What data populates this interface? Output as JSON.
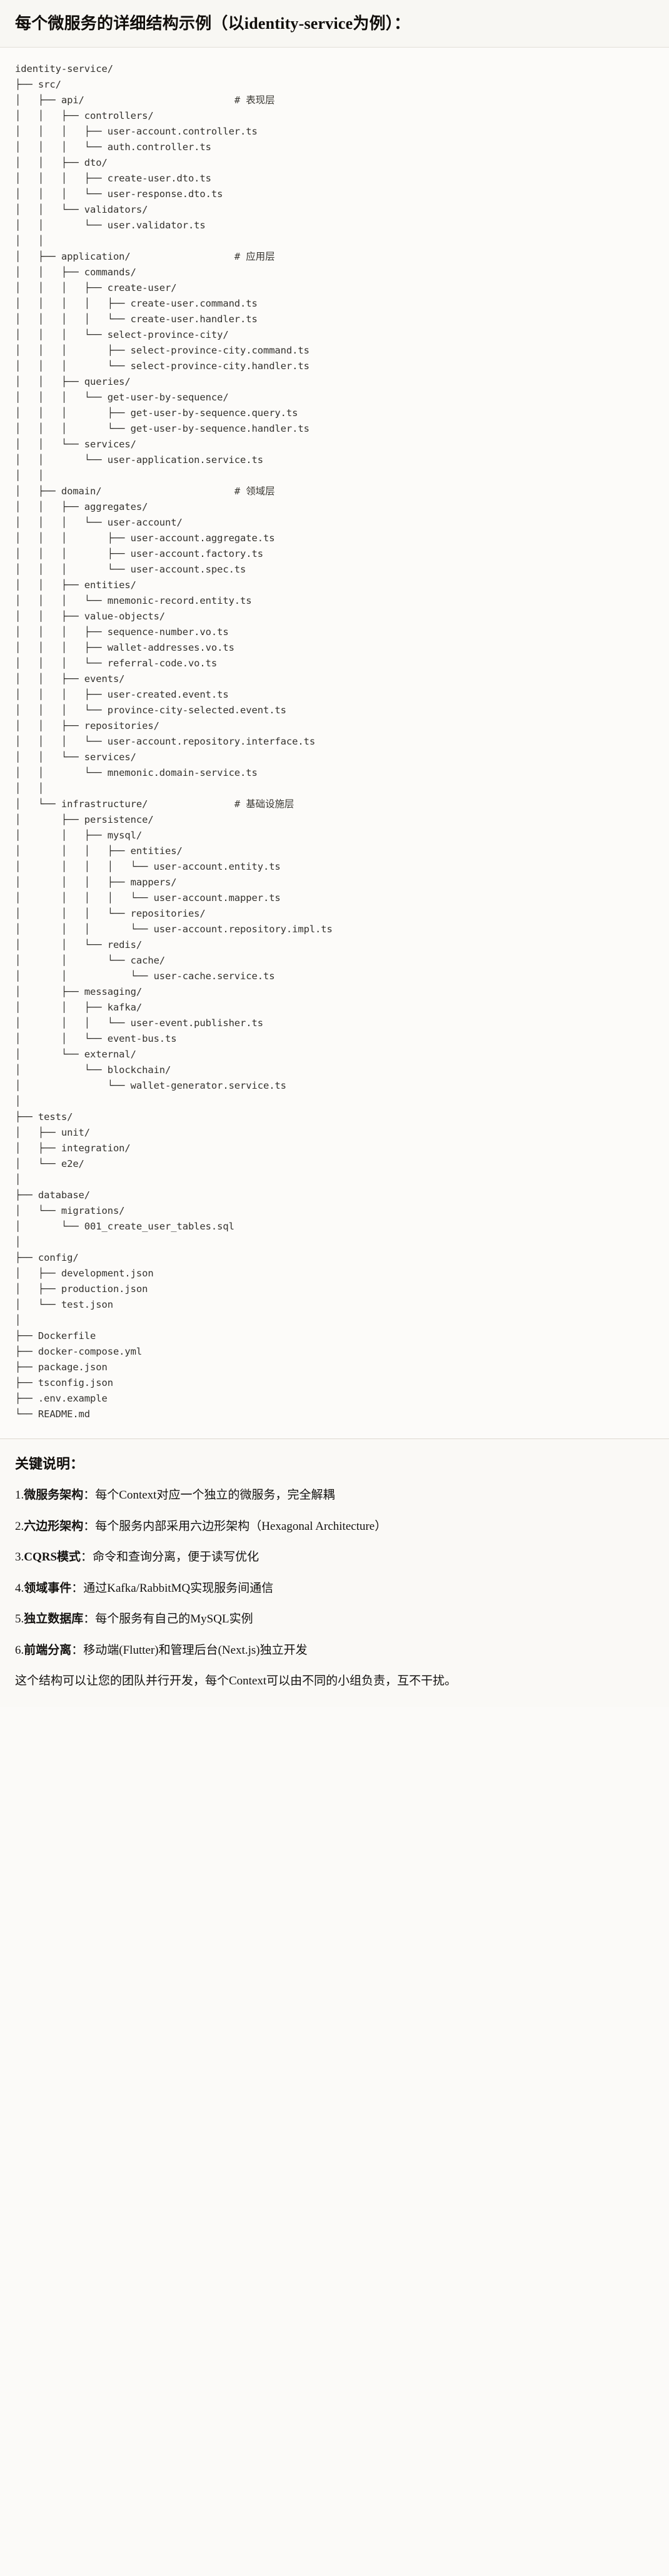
{
  "heading": {
    "title": "每个微服务的详细结构示例（以identity-service为例）："
  },
  "tree": {
    "root_label": "identity-service/",
    "lines": [
      "identity-service/",
      "├── src/",
      "│   ├── api/                          # 表现层",
      "│   │   ├── controllers/",
      "│   │   │   ├── user-account.controller.ts",
      "│   │   │   └── auth.controller.ts",
      "│   │   ├── dto/",
      "│   │   │   ├── create-user.dto.ts",
      "│   │   │   └── user-response.dto.ts",
      "│   │   └── validators/",
      "│   │       └── user.validator.ts",
      "│   │",
      "│   ├── application/                  # 应用层",
      "│   │   ├── commands/",
      "│   │   │   ├── create-user/",
      "│   │   │   │   ├── create-user.command.ts",
      "│   │   │   │   └── create-user.handler.ts",
      "│   │   │   └── select-province-city/",
      "│   │   │       ├── select-province-city.command.ts",
      "│   │   │       └── select-province-city.handler.ts",
      "│   │   ├── queries/",
      "│   │   │   └── get-user-by-sequence/",
      "│   │   │       ├── get-user-by-sequence.query.ts",
      "│   │   │       └── get-user-by-sequence.handler.ts",
      "│   │   └── services/",
      "│   │       └── user-application.service.ts",
      "│   │",
      "│   ├── domain/                       # 领域层",
      "│   │   ├── aggregates/",
      "│   │   │   └── user-account/",
      "│   │   │       ├── user-account.aggregate.ts",
      "│   │   │       ├── user-account.factory.ts",
      "│   │   │       └── user-account.spec.ts",
      "│   │   ├── entities/",
      "│   │   │   └── mnemonic-record.entity.ts",
      "│   │   ├── value-objects/",
      "│   │   │   ├── sequence-number.vo.ts",
      "│   │   │   ├── wallet-addresses.vo.ts",
      "│   │   │   └── referral-code.vo.ts",
      "│   │   ├── events/",
      "│   │   │   ├── user-created.event.ts",
      "│   │   │   └── province-city-selected.event.ts",
      "│   │   ├── repositories/",
      "│   │   │   └── user-account.repository.interface.ts",
      "│   │   └── services/",
      "│   │       └── mnemonic.domain-service.ts",
      "│   │",
      "│   └── infrastructure/               # 基础设施层",
      "│       ├── persistence/",
      "│       │   ├── mysql/",
      "│       │   │   ├── entities/",
      "│       │   │   │   └── user-account.entity.ts",
      "│       │   │   ├── mappers/",
      "│       │   │   │   └── user-account.mapper.ts",
      "│       │   │   └── repositories/",
      "│       │   │       └── user-account.repository.impl.ts",
      "│       │   └── redis/",
      "│       │       └── cache/",
      "│       │           └── user-cache.service.ts",
      "│       ├── messaging/",
      "│       │   ├── kafka/",
      "│       │   │   └── user-event.publisher.ts",
      "│       │   └── event-bus.ts",
      "│       └── external/",
      "│           └── blockchain/",
      "│               └── wallet-generator.service.ts",
      "│",
      "├── tests/",
      "│   ├── unit/",
      "│   ├── integration/",
      "│   └── e2e/",
      "│",
      "├── database/",
      "│   └── migrations/",
      "│       └── 001_create_user_tables.sql",
      "│",
      "├── config/",
      "│   ├── development.json",
      "│   ├── production.json",
      "│   └── test.json",
      "│",
      "├── Dockerfile",
      "├── docker-compose.yml",
      "├── package.json",
      "├── tsconfig.json",
      "├── .env.example",
      "└── README.md"
    ]
  },
  "notes": {
    "title": "关键说明：",
    "items": [
      {
        "index": "1.",
        "lead": "微服务架构",
        "sep": "：",
        "rest": "每个Context对应一个独立的微服务，完全解耦"
      },
      {
        "index": "2.",
        "lead": "六边形架构",
        "sep": "：",
        "rest": "每个服务内部采用六边形架构（Hexagonal Architecture）"
      },
      {
        "index": "3.",
        "lead": "CQRS模式",
        "sep": "：",
        "rest": "命令和查询分离，便于读写优化"
      },
      {
        "index": "4.",
        "lead": "领域事件",
        "sep": "：",
        "rest": "通过Kafka/RabbitMQ实现服务间通信"
      },
      {
        "index": "5.",
        "lead": "独立数据库",
        "sep": "：",
        "rest": "每个服务有自己的MySQL实例"
      },
      {
        "index": "6.",
        "lead": "前端分离",
        "sep": "：",
        "rest": "移动端(Flutter)和管理后台(Next.js)独立开发"
      }
    ],
    "closing": "这个结构可以让您的团队并行开发，每个Context可以由不同的小组负责，互不干扰。"
  },
  "colors": {
    "page_background": "#fbfaf8",
    "heading_background": "#f8f7f3",
    "code_background": "#fcfbf9",
    "text": "#16130f",
    "code_text": "#33312d",
    "divider": "#e3e0d8"
  }
}
